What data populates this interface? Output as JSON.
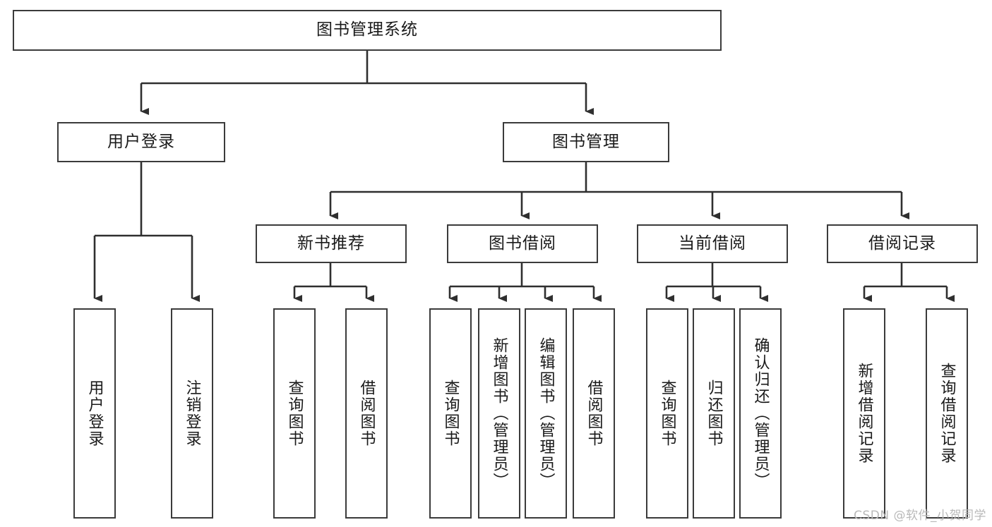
{
  "diagram": {
    "title": "图书管理系统",
    "type": "功能结构图",
    "colors": {
      "box_border": "#3b3b3b",
      "box_fill": "#ffffff",
      "connector": "#2f2f2f",
      "text": "#1a1a1a",
      "watermark": "#b9b9b9",
      "background": "#ffffff"
    },
    "nodes": {
      "root": {
        "label": "图书管理系统"
      },
      "level1": [
        {
          "id": "user-login",
          "label": "用户登录"
        },
        {
          "id": "book-management",
          "label": "图书管理"
        }
      ],
      "level2": [
        {
          "id": "new-book-recommend",
          "label": "新书推荐"
        },
        {
          "id": "book-borrow",
          "label": "图书借阅"
        },
        {
          "id": "current-borrow",
          "label": "当前借阅"
        },
        {
          "id": "borrow-record",
          "label": "借阅记录"
        }
      ],
      "leaves": {
        "user_login": [
          {
            "id": "leaf-user-login",
            "label": "用户登录"
          },
          {
            "id": "leaf-user-logout",
            "label": "注销登录"
          }
        ],
        "new_book_recommend": [
          {
            "id": "leaf-query-book-1",
            "label": "查询图书"
          },
          {
            "id": "leaf-borrow-book-1",
            "label": "借阅图书"
          }
        ],
        "book_borrow": [
          {
            "id": "leaf-query-book-2",
            "label": "查询图书"
          },
          {
            "id": "leaf-add-book",
            "label": "新增图书（管理员）"
          },
          {
            "id": "leaf-edit-book",
            "label": "编辑图书（管理员）"
          },
          {
            "id": "leaf-borrow-book-2",
            "label": "借阅图书"
          }
        ],
        "current_borrow": [
          {
            "id": "leaf-query-book-3",
            "label": "查询图书"
          },
          {
            "id": "leaf-return-book",
            "label": "归还图书"
          },
          {
            "id": "leaf-confirm-return",
            "label": "确认归还（管理员）"
          }
        ],
        "borrow_record": [
          {
            "id": "leaf-add-record",
            "label": "新增借阅记录"
          },
          {
            "id": "leaf-query-record",
            "label": "查询借阅记录"
          }
        ]
      }
    }
  },
  "watermark": {
    "text": "CSDN @软件_小贺同学"
  }
}
